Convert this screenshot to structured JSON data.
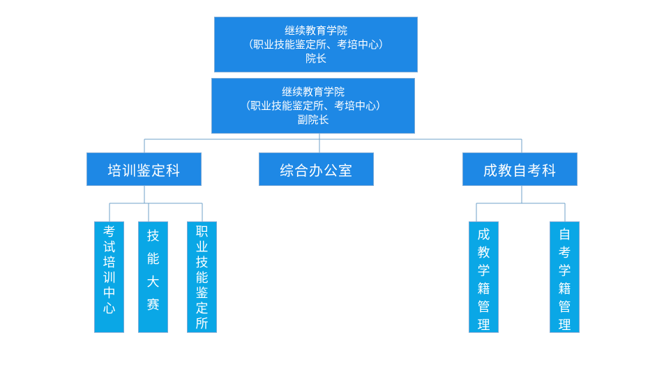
{
  "colors": {
    "box_primary": "#1e88e5",
    "box_leaf": "#0aa7e6",
    "connector": "#6fa0c8"
  },
  "dean": {
    "line1": "继续教育学院",
    "line2": "（职业技能鉴定所、考培中心）",
    "line3": "院长"
  },
  "vice_dean": {
    "line1": "继续教育学院",
    "line2": "（职业技能鉴定所、考培中心）",
    "line3": "副院长"
  },
  "departments": {
    "training": "培训鉴定科",
    "office": "综合办公室",
    "adult": "成教自考科"
  },
  "units": {
    "exam_training_center": "考试培训中心",
    "skills_competition": "技能大赛",
    "vocational_appraisal": "职业技能鉴定所",
    "adult_education_registry": "成教学籍管理",
    "self_study_registry": "自考学籍管理"
  }
}
